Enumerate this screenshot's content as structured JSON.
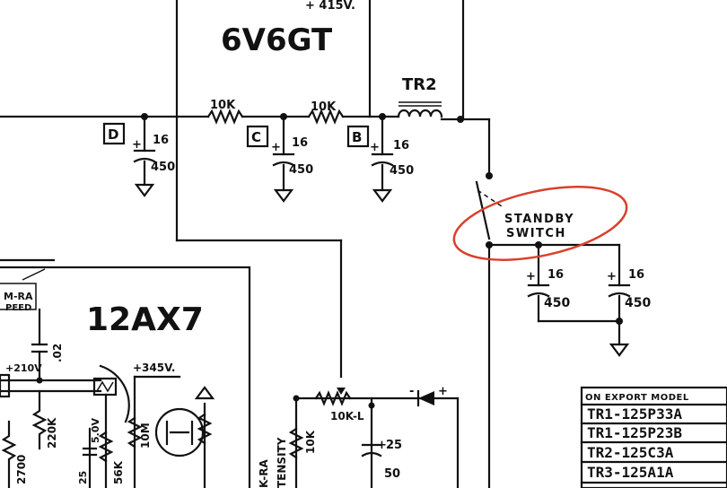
{
  "schematic": {
    "tube_top": "6V6GT",
    "voltage_top": "+ 415V.",
    "tube_left": "12AX7",
    "inductor": "TR2",
    "resistors": {
      "r1": "10K",
      "r2": "10K",
      "pot": "10K-L",
      "r_vert": "10K",
      "r220": "220K",
      "r2700": "2700",
      "r56k": "56K",
      "r10m": "10M"
    },
    "nodes": {
      "d": "D",
      "c": "C",
      "b": "B"
    },
    "caps": {
      "d": {
        "value": "16",
        "volt": "450"
      },
      "c": {
        "value": "16",
        "volt": "450"
      },
      "b": {
        "value": "16",
        "volt": "450"
      },
      "s1": {
        "value": "16",
        "volt": "450"
      },
      "s2": {
        "value": "16",
        "volt": "450"
      },
      "bottom": {
        "value": "25",
        "volt": "50"
      },
      "coupling": ".02",
      "side": "25",
      "side_v": "5.0V"
    },
    "switch_label_1": "STANDBY",
    "switch_label_2": "SWITCH",
    "voltages": {
      "v210": "+210V",
      "v345": "+345V."
    },
    "left_labels": {
      "mra": "M-RA",
      "speed": "PEED",
      "kra": "K-RA",
      "tensity": "TENSITY"
    },
    "export_table": {
      "header": "ON EXPORT MODEL",
      "rows": [
        "TR1-125P33A",
        "TR1-125P23B",
        "TR2-125C3A",
        "TR3-125A1A"
      ]
    }
  },
  "annotation_color": "#d9402a"
}
